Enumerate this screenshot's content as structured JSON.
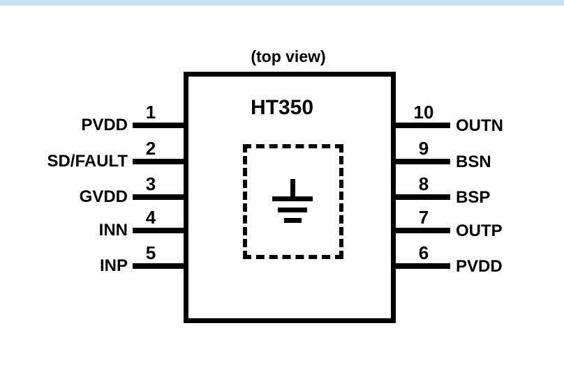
{
  "window": {
    "background_color": "#ffffff",
    "top_bar_color": "#c6e0f7",
    "ink_color": "#000000"
  },
  "diagram": {
    "caption": "(top view)",
    "chip_name": "HT350",
    "center_icon": "earth-ground-symbol",
    "pins": {
      "left": [
        {
          "number": "1",
          "label": "PVDD"
        },
        {
          "number": "2",
          "label": "SD/FAULT"
        },
        {
          "number": "3",
          "label": "GVDD"
        },
        {
          "number": "4",
          "label": "INN"
        },
        {
          "number": "5",
          "label": "INP"
        }
      ],
      "right": [
        {
          "number": "10",
          "label": "OUTN"
        },
        {
          "number": "9",
          "label": "BSN"
        },
        {
          "number": "8",
          "label": "BSP"
        },
        {
          "number": "7",
          "label": "OUTP"
        },
        {
          "number": "6",
          "label": "PVDD"
        }
      ]
    }
  }
}
